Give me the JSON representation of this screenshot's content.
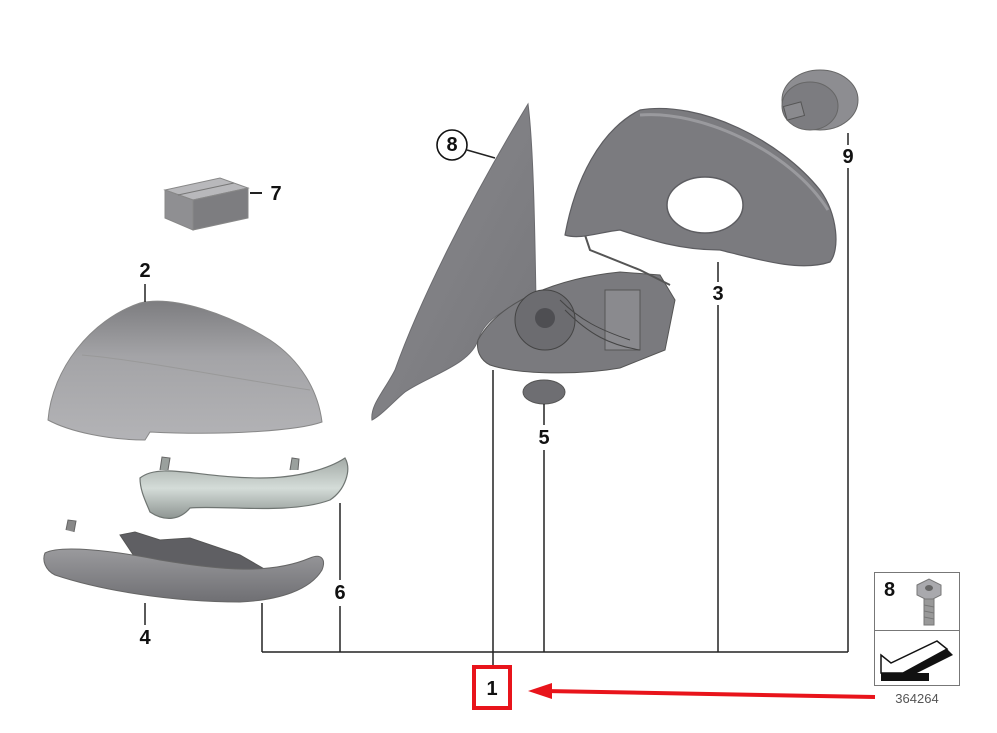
{
  "diagram": {
    "type": "exploded parts diagram",
    "subject": "Exterior side mirror assembly",
    "reference_number": "364264",
    "highlighted_part": "1",
    "colors": {
      "part_gray": "#8c8c8f",
      "part_dark": "#6e6e72",
      "line": "#333333",
      "highlight_red": "#e8141b",
      "turn_signal_tint": "#b9c4bf"
    },
    "parts": [
      {
        "number": "1",
        "description": "Mirror assembly (highlighted callout)"
      },
      {
        "number": "2",
        "description": "Mirror cap / cover"
      },
      {
        "number": "3",
        "description": "Mirror housing frame"
      },
      {
        "number": "4",
        "description": "Lower trim / ring"
      },
      {
        "number": "5",
        "description": "Cover cap (small oval)"
      },
      {
        "number": "6",
        "description": "Turn signal light strip"
      },
      {
        "number": "7",
        "description": "Small rectangular block"
      },
      {
        "number": "8",
        "description": "Mirror base / triangle (circled)"
      },
      {
        "number": "9",
        "description": "Adjustment motor"
      }
    ],
    "legend": {
      "part_number": "8",
      "icons": [
        "screw-icon",
        "arrow-installation-icon"
      ]
    }
  }
}
